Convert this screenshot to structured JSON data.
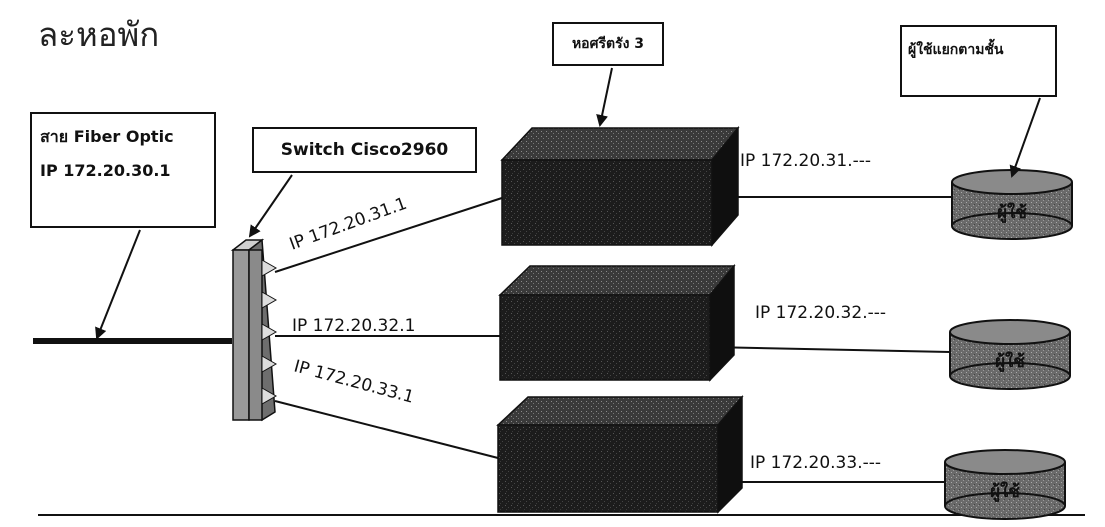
{
  "heading": "ละหอพัก",
  "fiber_box": {
    "line1": "สาย Fiber Optic",
    "line2": "IP 172.20.30.1"
  },
  "switch_box": {
    "label": "Switch Cisco2960"
  },
  "dorm_box": {
    "label": "หอศรีตรัง 3"
  },
  "users_box": {
    "label": "ผู้ใช้แยกตามชั้น"
  },
  "links": [
    {
      "switch_ip": "IP 172.20.31.1",
      "floor_ip": "IP 172.20.31.---",
      "user_label": "ผู้ใช้"
    },
    {
      "switch_ip": "IP 172.20.32.1",
      "floor_ip": "IP 172.20.32.---",
      "user_label": "ผู้ใช้"
    },
    {
      "switch_ip": "IP 172.20.33.1",
      "floor_ip": "IP 172.20.33.---",
      "user_label": "ผู้ใช้"
    }
  ],
  "colors": {
    "box_fill": "#1c1c1c",
    "box_top": "#4a4a4a",
    "line": "#111111",
    "switch_fill": "#9a9a9a",
    "db_fill": "#6a6a6a"
  }
}
